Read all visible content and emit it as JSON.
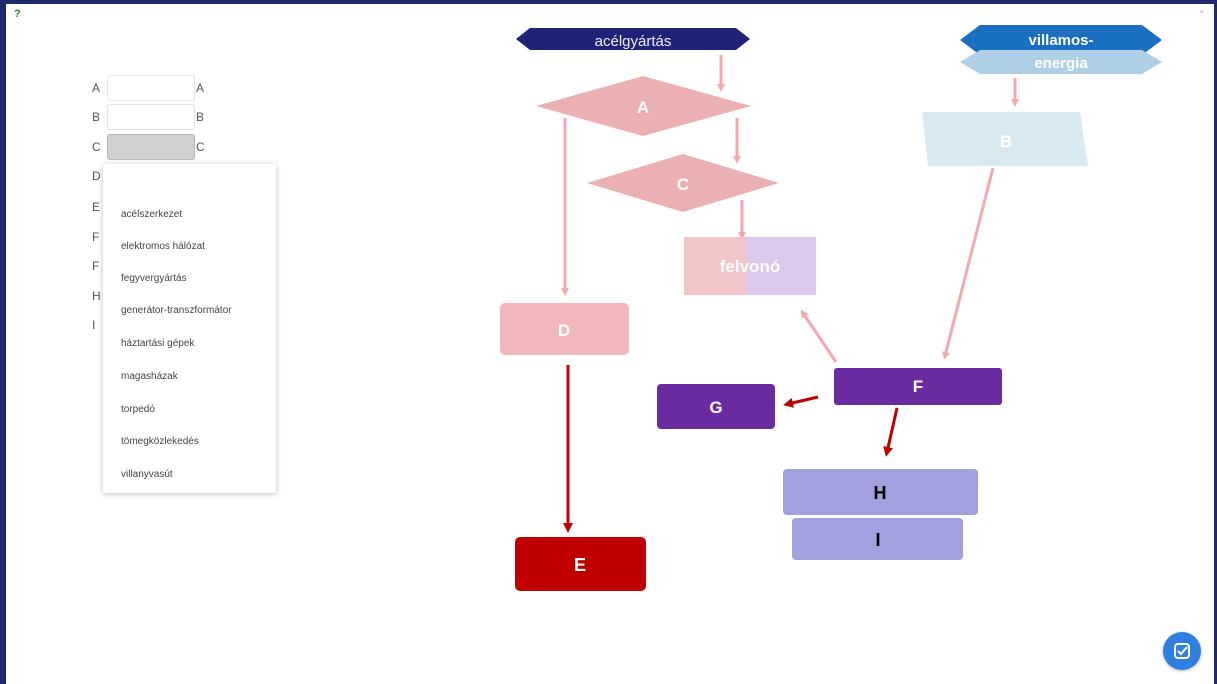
{
  "corner": {
    "help_glyph": "?",
    "max_glyph": "▫"
  },
  "rows": [
    {
      "left": "A",
      "right": "A"
    },
    {
      "left": "B",
      "right": "B"
    },
    {
      "left": "C",
      "right": "C"
    },
    {
      "left": "D",
      "right": ""
    },
    {
      "left": "E",
      "right": ""
    },
    {
      "left": "F",
      "right": ""
    },
    {
      "left": "F",
      "right": ""
    },
    {
      "left": "H",
      "right": ""
    },
    {
      "left": "I",
      "right": ""
    }
  ],
  "dropdown": {
    "options": [
      "acélszerkezet",
      "elektromos hálózat",
      "fegyvergyártás",
      "generátor-transzformátor",
      "háztartási gépek",
      "magasházak",
      "torpedó",
      "tömegközlekedés",
      "villanyvasút"
    ]
  },
  "diagram": {
    "node_acel": "acélgyártás",
    "node_villamos_line1": "villamos-",
    "node_villamos_line2": "energia",
    "node_A": "A",
    "node_B": "B",
    "node_C": "C",
    "node_D": "D",
    "node_E": "E",
    "node_F": "F",
    "node_G": "G",
    "node_H": "H",
    "node_I": "I",
    "node_felvono": "felvonó"
  },
  "colors": {
    "dark_navy": "#1f2378",
    "blue": "#1b6fc0",
    "light_blue": "#aecfe6",
    "pink": "#eab0b2",
    "pink_arrow": "#f0aab0",
    "red": "#c00000",
    "dark_red": "#b02020",
    "purple": "#6a2aa0",
    "lavender": "#a3a0df",
    "check_button": "#2f7fe0"
  },
  "check_button": {
    "icon": "check-square-icon"
  }
}
